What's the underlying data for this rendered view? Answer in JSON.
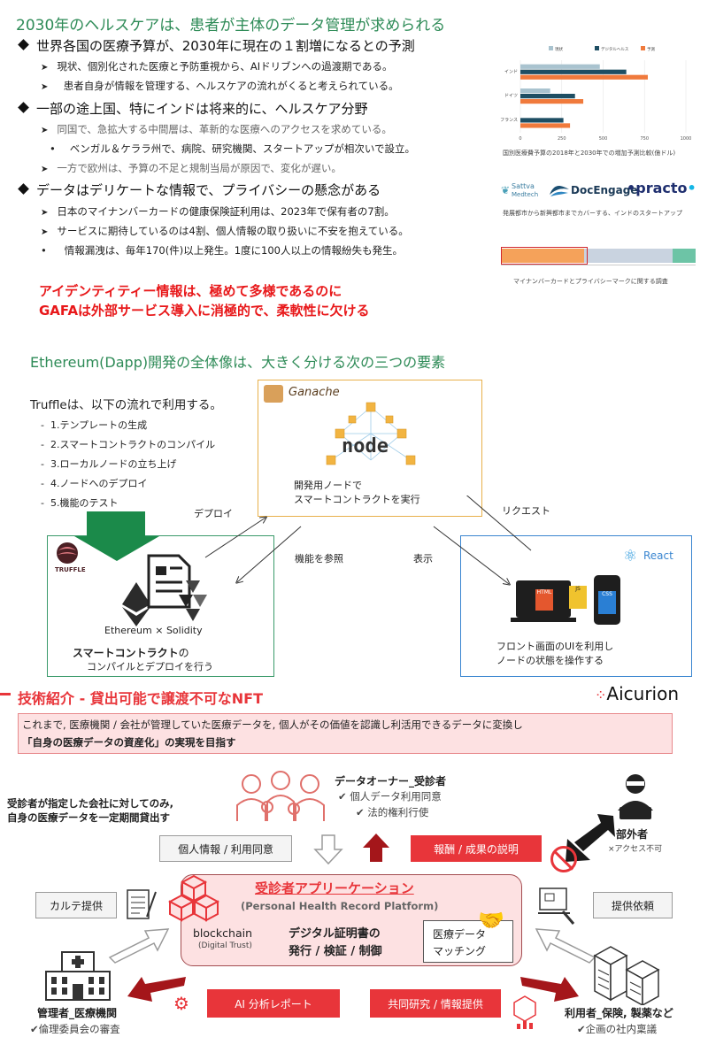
{
  "section1": {
    "title": "2030年のヘルスケアは、患者が主体のデータ管理が求められる",
    "b1": "世界各国の医療予算が、2030年に現在の１割増になるとの予測",
    "b1s1": "現状、個別化された医療と予防重視から、AIドリブンへの過渡期である。",
    "b1s2": "患者自身が情報を管理する、ヘルスケアの流れがくると考えられている。",
    "b2": "一部の途上国、特にインドは将来的に、ヘルスケア分野",
    "b2s1": "同国で、急拡大する中間層は、革新的な医療へのアクセスを求めている。",
    "b2s2": "ベンガル＆ケララ州で、病院、研究機関、スタートアップが相次いで設立。",
    "b2s3": "一方で欧州は、予算の不足と規制当局が原因で、変化が遅い。",
    "b3": "データはデリケートな情報で、プライバシーの懸念がある",
    "b3s1": "日本のマイナンバーカードの健康保険証利用は、2023年で保有者の7割。",
    "b3s2": "サービスに期待しているのは4割、個人情報の取り扱いに不安を抱えている。",
    "b3s3": "情報漏洩は、毎年170(件)以上発生。1度に100人以上の情報紛失も発生。",
    "red1": "アイデンティティー情報は、極めて多様であるのに",
    "red2": "GAFAは外部サービス導入に消極的で、柔軟性に欠ける",
    "chart_caption": "国別医療費予算の2018年と2030年での増加予測比較(億ドル)",
    "logos": {
      "sattva1": "Sattva",
      "sattva2": "Medtech",
      "docengage": "DocEngage",
      "practo": "practo"
    },
    "logos_caption": "発展都市から新興都市までカバーする、インドのスタートアップ",
    "survey_caption": "マイナンバーカードとプライバシーマークに関する調査"
  },
  "section2": {
    "title": "Ethereum(Dapp)開発の全体像は、大きく分ける次の三つの要素",
    "truffle_intro": "Truffleは、以下の流れで利用する。",
    "steps": [
      "1.テンプレートの生成",
      "2.スマートコントラクトのコンパイル",
      "3.ローカルノードの立ち上げ",
      "4.ノードへのデプロイ",
      "5.機能のテスト"
    ],
    "ganache_label": "Ganache",
    "node_label": "node",
    "ganache_desc1": "開発用ノードで",
    "ganache_desc2": "スマートコントラクトを実行",
    "deploy": "デプロイ",
    "request": "リクエスト",
    "ref_func": "機能を参照",
    "display": "表示",
    "truffle_label": "TRUFFLE",
    "eth_solidity": "Ethereum  × Solidity",
    "smart_contract_bold": "スマートコントラクト",
    "smart_contract_no": "の",
    "smart_contract_2": "コンパイルとデプロイを行う",
    "react_label": "React",
    "react_desc1": "フロント画面のUIを利用し",
    "react_desc2": "ノードの状態を操作する",
    "tech_html": "HTML",
    "tech_js": "JS",
    "tech_css": "CSS"
  },
  "section3": {
    "title": "技術紹介 - 貸出可能で譲渡不可なNFT",
    "brand": "Aicurion",
    "desc1": "これまで, 医療機関 / 会社が管理していた医療データを, 個人がその価値を認識し利活用できるデータに変換し",
    "desc2": "「自身の医療データの資産化」の実現を目指す",
    "owner_title": "データオーナー_受診者",
    "owner_c1": "✔ 個人データ利用同意",
    "owner_c2": "✔ 法的権利行使",
    "lend1": "受診者が指定した会社に対してのみ,",
    "lend2": "自身の医療データを一定期間貸出す",
    "outsider": "部外者",
    "outsider_sub": "×アクセス不可",
    "btn_consent": "個人情報 / 利用同意",
    "btn_reward": "報酬 / 成果の説明",
    "btn_chart": "カルテ提供",
    "btn_request": "提供依頼",
    "app_title": "受診者アプリーケーション",
    "app_sub": "(Personal Health Record Platform)",
    "blockchain": "blockchain",
    "trust": "(Digital Trust)",
    "cert1": "デジタル証明書の",
    "cert2": "発行 / 検証 / 制御",
    "match1": "医療データ",
    "match2": "マッチング",
    "btn_ai": "AI 分析レポート",
    "btn_research": "共同研究 / 情報提供",
    "admin_title": "管理者_医療機関",
    "admin_sub": "✔倫理委員会の審査",
    "user_title": "利用者_保険, 製薬など",
    "user_sub": "✔企画の社内稟議"
  },
  "colors": {
    "green_title": "#2e8b57",
    "red": "#e8353a",
    "pink": "#fde1e2",
    "ganache_border": "#e8b04a",
    "truffle_border": "#3a9a6a",
    "react_border": "#3a86d0"
  },
  "chart_data": {
    "type": "bar",
    "orientation": "horizontal",
    "categories": [
      "インド",
      "ドイツ",
      "フランス"
    ],
    "series": [
      {
        "name": "現状",
        "color": "#a9c3cf",
        "values": [
          480,
          180,
          0
        ]
      },
      {
        "name": "デジタルヘルス",
        "color": "#1e4e63",
        "values": [
          640,
          330,
          260
        ]
      },
      {
        "name": "予測",
        "color": "#f07a3c",
        "values": [
          770,
          380,
          300
        ]
      }
    ],
    "xticks": [
      "0",
      "250",
      "500",
      "750",
      "1000"
    ],
    "xlim": [
      0,
      1000
    ],
    "legend": "top"
  }
}
